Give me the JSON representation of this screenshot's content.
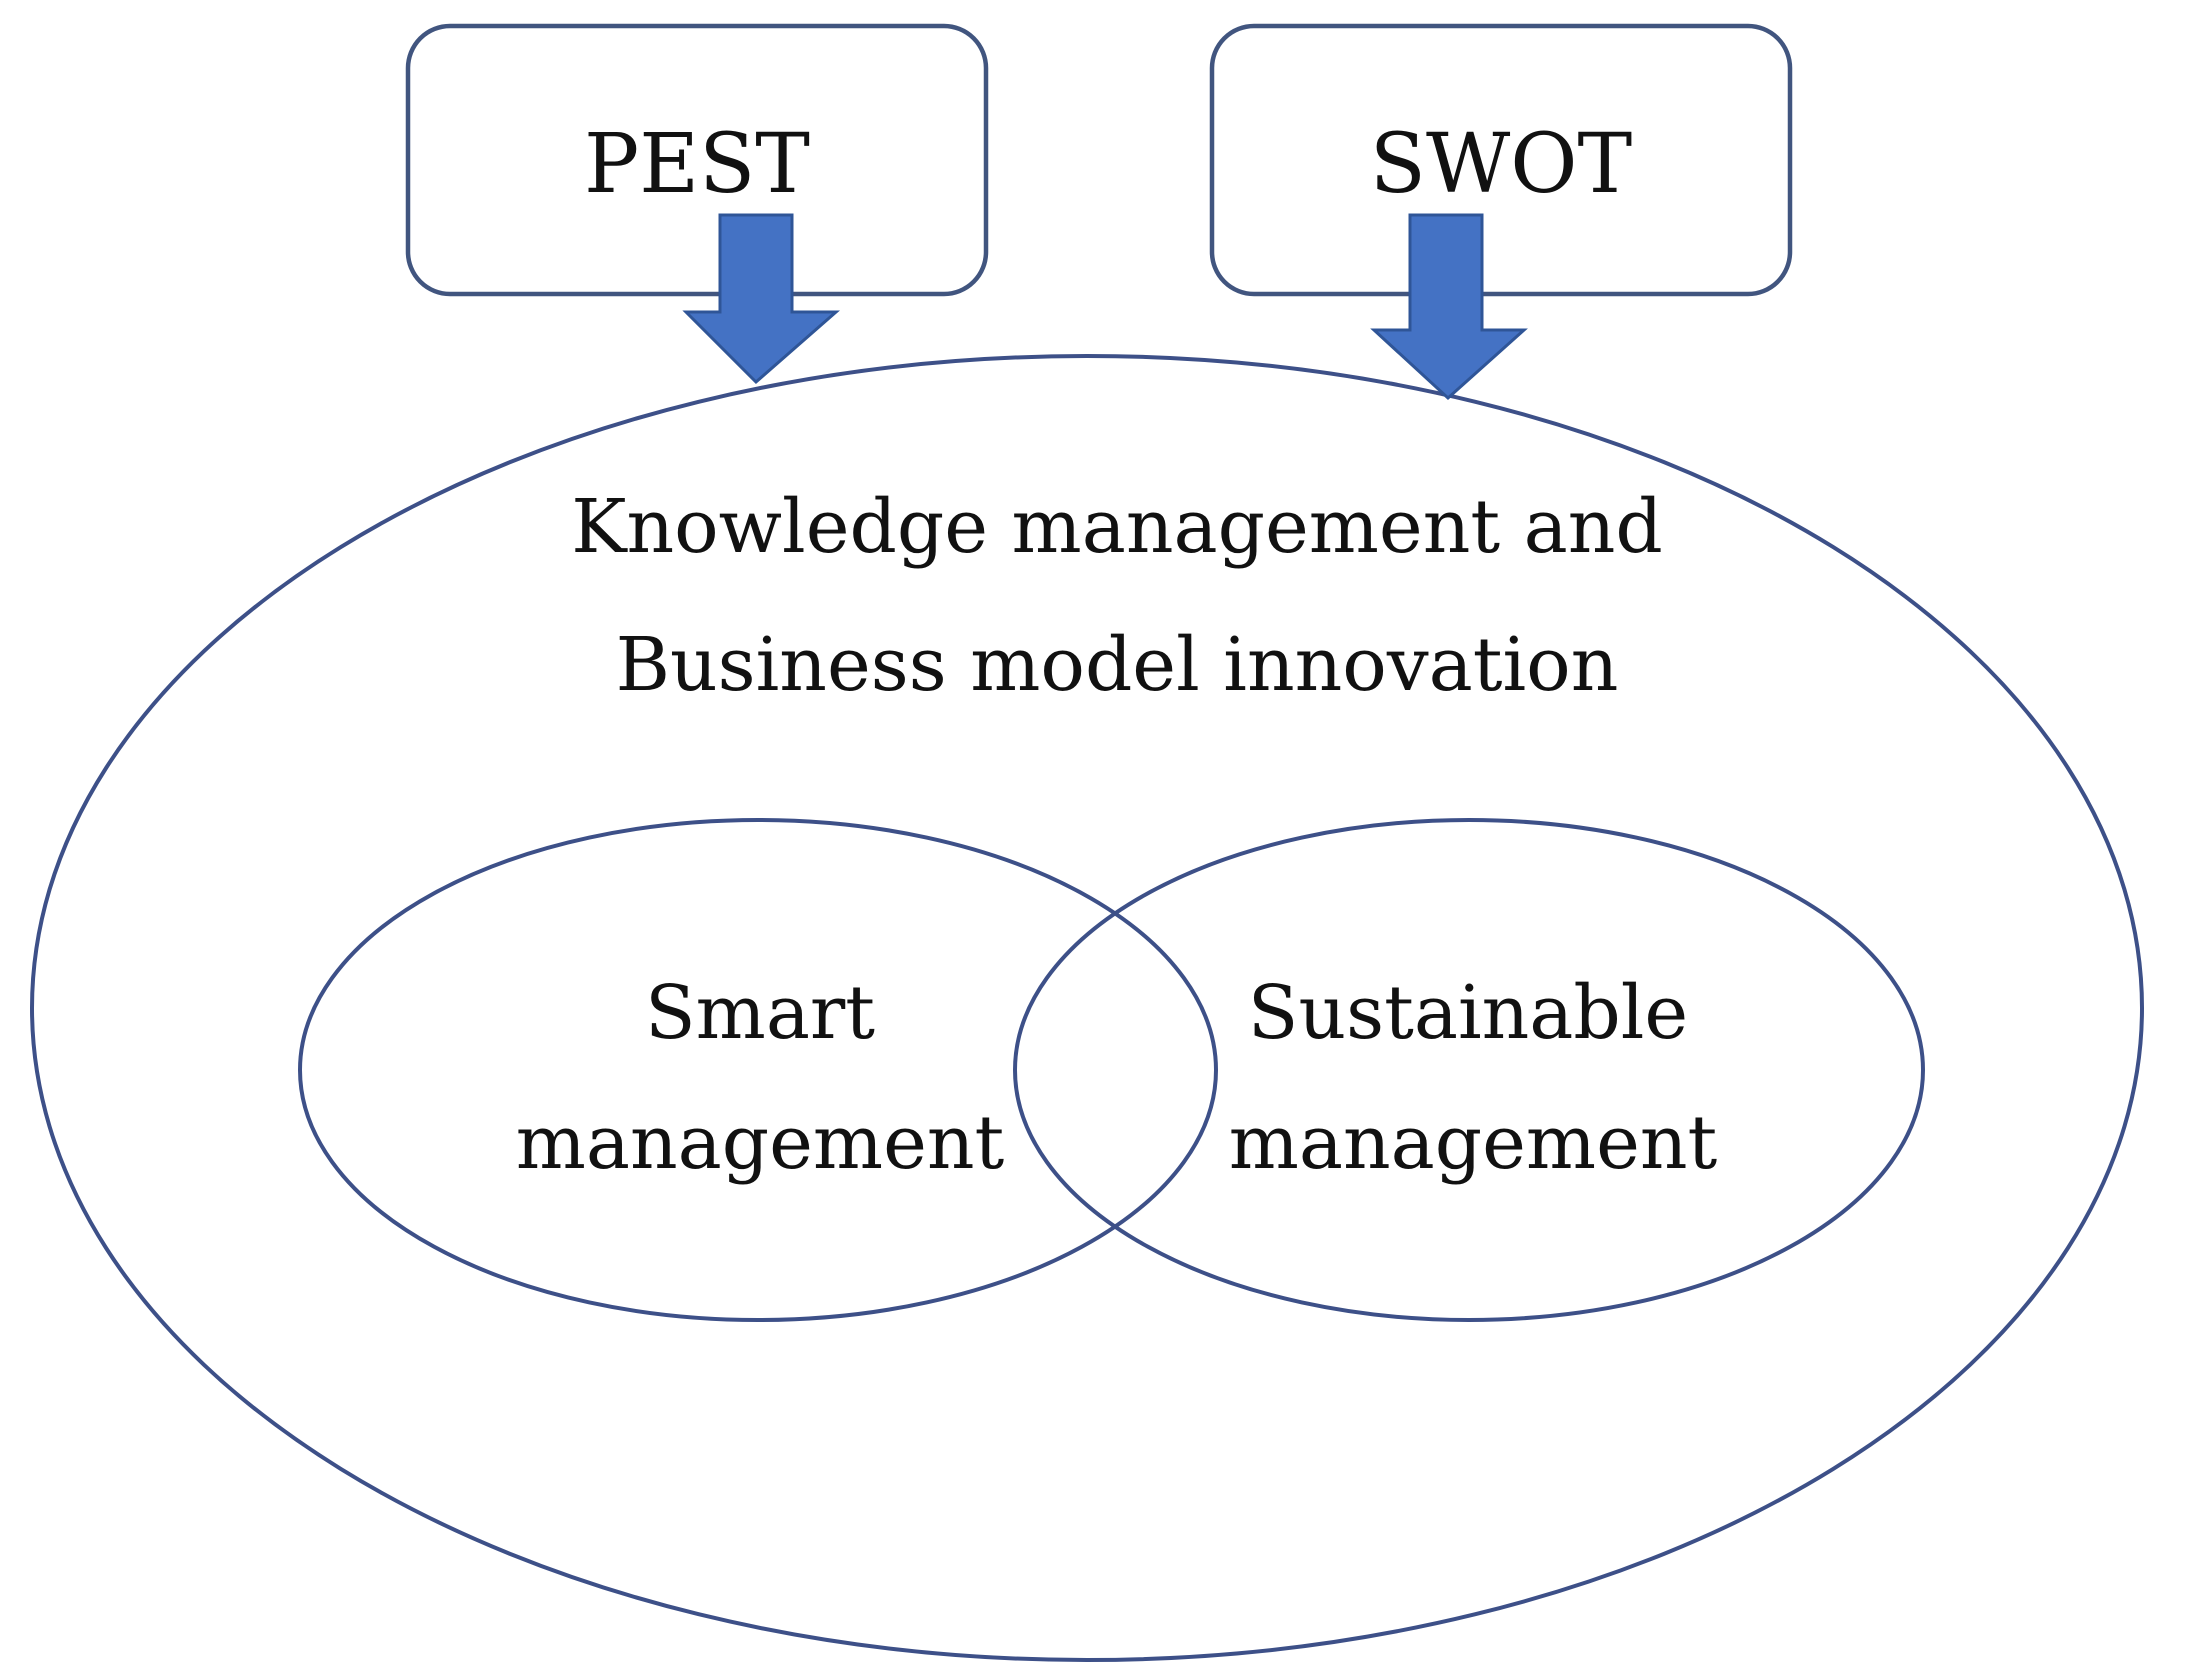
{
  "top_boxes": {
    "left_label": "PEST",
    "right_label": "SWOT"
  },
  "outer_ellipse": {
    "line1": "Knowledge management and",
    "line2": "Business model innovation"
  },
  "venn": {
    "left": {
      "line1": "Smart",
      "line2": "management"
    },
    "right": {
      "line1": "Sustainable",
      "line2": "management"
    }
  },
  "colors": {
    "arrow_fill": "#4472c4",
    "stroke": "#3d5088"
  }
}
